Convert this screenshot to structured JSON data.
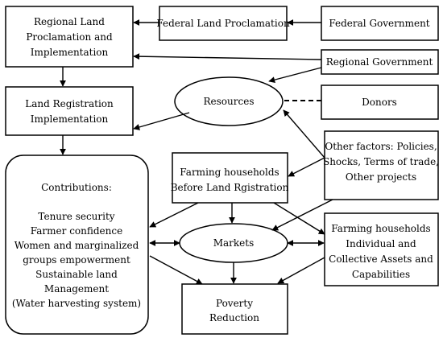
{
  "diagram": {
    "nodes": {
      "regional_land_proclamation": {
        "lines": [
          "Regional Land",
          "Proclamation and",
          "Implementation"
        ]
      },
      "federal_land_proclamation": {
        "lines": [
          "Federal Land Proclamation"
        ]
      },
      "federal_government": {
        "lines": [
          "Federal Government"
        ]
      },
      "regional_government": {
        "lines": [
          "Regional Government"
        ]
      },
      "land_registration": {
        "lines": [
          "Land Registration",
          "Implementation"
        ]
      },
      "resources": {
        "lines": [
          "Resources"
        ]
      },
      "donors": {
        "lines": [
          "Donors"
        ]
      },
      "other_factors": {
        "lines": [
          "Other factors: Policies,",
          "Shocks, Terms of trade,",
          "Other projects"
        ]
      },
      "households_before": {
        "lines": [
          "Farming households",
          "Before Land Rgistration"
        ]
      },
      "contributions": {
        "lines": [
          "Contributions:",
          "",
          "Tenure security",
          "Farmer confidence",
          "Women and marginalized",
          "groups empowerment",
          "Sustainable land",
          "Management",
          "(Water harvesting system)"
        ]
      },
      "markets": {
        "lines": [
          "Markets"
        ]
      },
      "households_assets": {
        "lines": [
          "Farming households",
          "Individual and",
          "Collective Assets and",
          "Capabilities"
        ]
      },
      "poverty_reduction": {
        "lines": [
          "Poverty",
          "Reduction"
        ]
      }
    }
  }
}
